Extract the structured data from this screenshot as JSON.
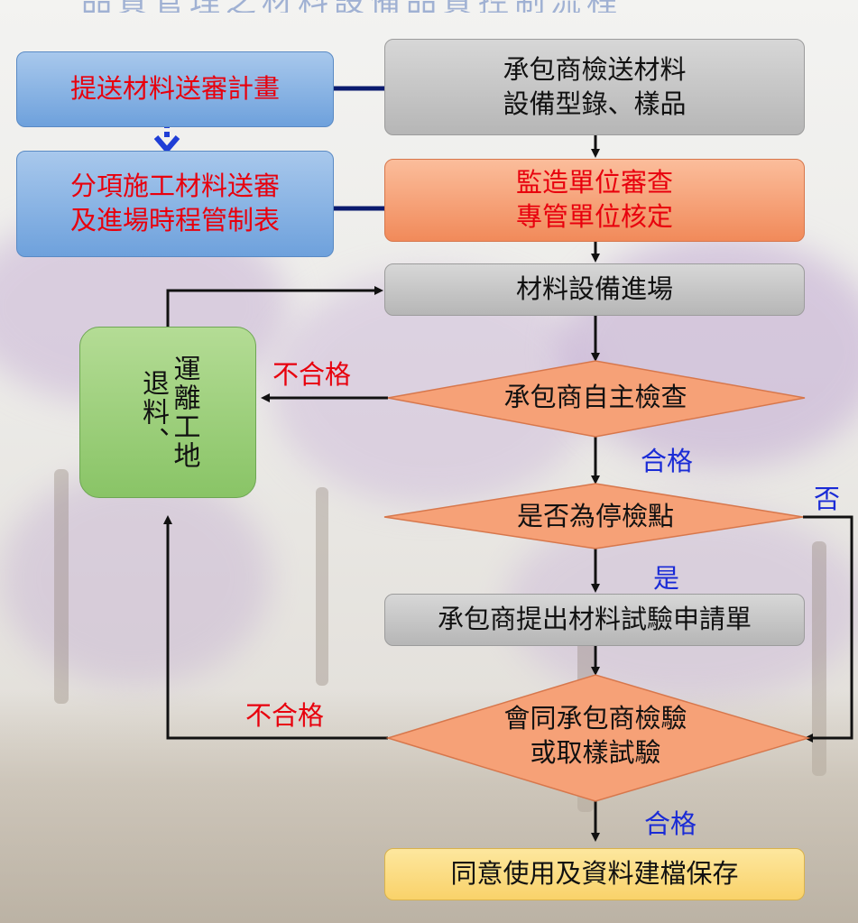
{
  "header": {
    "partial_title": "品質管理之材料設備品質控制流程"
  },
  "left": {
    "plan": "提送材料送審計畫",
    "schedule_line1": "分項施工材料送審",
    "schedule_line2": "及進場時程管制表",
    "removal_col1": "退料、",
    "removal_col2": "運離工地"
  },
  "flow": {
    "submit_line1": "承包商檢送材料",
    "submit_line2": "設備型錄、樣品",
    "review_line1": "監造單位審查",
    "review_line2": "專管單位核定",
    "enter_site": "材料設備進場",
    "self_check": "承包商自主檢查",
    "hold_point": "是否為停檢點",
    "test_request": "承包商提出材料試驗申請單",
    "joint_test_line1": "會同承包商檢驗",
    "joint_test_line2": "或取樣試驗",
    "approve": "同意使用及資料建檔保存"
  },
  "labels": {
    "fail_1": "不合格",
    "pass_1": "合格",
    "yes": "是",
    "no": "否",
    "fail_2": "不合格",
    "pass_2": "合格"
  },
  "colors": {
    "blue_box": "#6ea1dc",
    "gray_box": "#b6b6b6",
    "orange_box": "#f18a5a",
    "green_box": "#89c466",
    "yellow_box": "#f9d26a",
    "red_text": "#e8000d",
    "blue_text": "#1a2bd6",
    "connector": "#0a1a6e"
  }
}
